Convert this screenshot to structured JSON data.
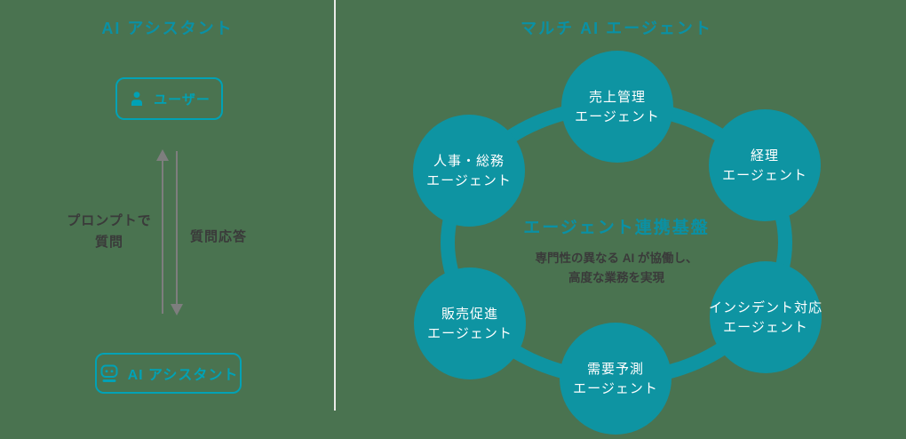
{
  "left_panel": {
    "title": "AI アシスタント",
    "user_box": {
      "label": "ユーザー",
      "icon": "user-icon"
    },
    "assistant_box": {
      "label": "AI アシスタント",
      "icon": "robot-icon"
    },
    "arrow_up": {
      "direction": "up",
      "label": "プロンプトで質問",
      "label_line1": "プロンプトで",
      "label_line2": "質問"
    },
    "arrow_down": {
      "direction": "down",
      "label": "質問応答"
    }
  },
  "right_panel": {
    "title": "マルチ AI エージェント",
    "hub": {
      "heading": "エージェント連携基盤",
      "description_line1": "専門性の異なる AI が協働し、",
      "description_line2": "高度な業務を実現"
    },
    "agents": [
      {
        "line1": "売上管理",
        "line2": "エージェント"
      },
      {
        "line1": "経理",
        "line2": "エージェント"
      },
      {
        "line1": "インシデント対応",
        "line2": "エージェント"
      },
      {
        "line1": "需要予測",
        "line2": "エージェント"
      },
      {
        "line1": "販売促進",
        "line2": "エージェント"
      },
      {
        "line1": "人事・総務",
        "line2": "エージェント"
      }
    ]
  },
  "colors": {
    "background": "#4a7350",
    "teal_fill": "#0e94a2",
    "teal_title": "#0a91a5",
    "teal_accent": "#00a2b5",
    "dark_text": "#3a3a3a",
    "arrow_gray": "#7e7e7e",
    "divider": "#ebebe8",
    "circle_text": "#ffffff"
  }
}
